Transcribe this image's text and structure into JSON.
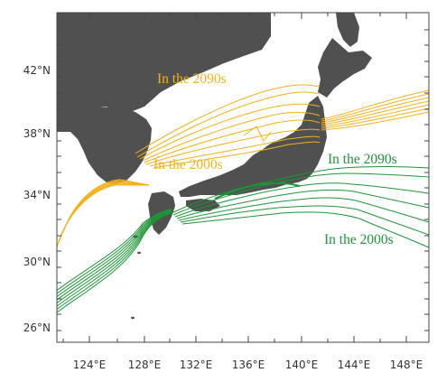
{
  "map": {
    "extent": {
      "lon": [
        121.5,
        149
      ],
      "lat": [
        24.5,
        45.5
      ]
    },
    "y_ticks": [
      {
        "lat": 26,
        "label": "26°N"
      },
      {
        "lat": 30,
        "label": "30°N"
      },
      {
        "lat": 34,
        "label": "34°N"
      },
      {
        "lat": 38,
        "label": "38°N"
      },
      {
        "lat": 42,
        "label": "42°N"
      }
    ],
    "x_ticks": [
      {
        "lon": 124,
        "label": "124°E"
      },
      {
        "lon": 128,
        "label": "128°E"
      },
      {
        "lon": 132,
        "label": "132°E"
      },
      {
        "lon": 136,
        "label": "136°E"
      },
      {
        "lon": 140,
        "label": "140°E"
      },
      {
        "lon": 144,
        "label": "144°E"
      },
      {
        "lon": 148,
        "label": "148°E"
      }
    ],
    "colors": {
      "land": "#505050",
      "yellow": "#F2B21E",
      "green": "#1E9438",
      "frame": "#444444"
    },
    "annotations": {
      "yellow_2090s": "In the 2090s",
      "yellow_2000s": "In the 2000s",
      "green_2090s": "In the 2090s",
      "green_2000s": "In the 2000s"
    }
  }
}
